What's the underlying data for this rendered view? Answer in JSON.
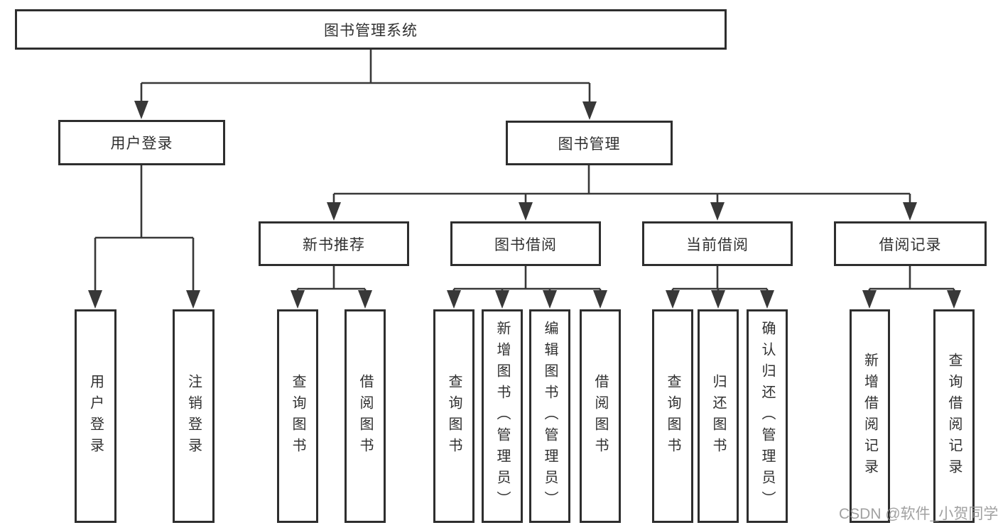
{
  "tree": {
    "root": {
      "label": "图书管理系统"
    },
    "user_login": {
      "label": "用户登录",
      "children": [
        {
          "label": "用户登录"
        },
        {
          "label": "注销登录"
        }
      ]
    },
    "book_mgmt": {
      "label": "图书管理",
      "sections": {
        "new_book_rec": {
          "label": "新书推荐",
          "children": [
            {
              "label": "查询图书"
            },
            {
              "label": "借阅图书"
            }
          ]
        },
        "book_borrow": {
          "label": "图书借阅",
          "children": [
            {
              "label": "查询图书"
            },
            {
              "label": "新增图书（管理员）"
            },
            {
              "label": "编辑图书（管理员）"
            },
            {
              "label": "借阅图书"
            }
          ]
        },
        "current_borrow": {
          "label": "当前借阅",
          "children": [
            {
              "label": "查询图书"
            },
            {
              "label": "归还图书"
            },
            {
              "label": "确认归还（管理员）"
            }
          ]
        },
        "borrow_record": {
          "label": "借阅记录",
          "children": [
            {
              "label": "新增借阅记录"
            },
            {
              "label": "查询借阅记录"
            }
          ]
        }
      }
    }
  },
  "watermark": {
    "text": "CSDN @软件_小贺同学"
  },
  "colors": {
    "line": "#383838",
    "box_border": "#2e2e2e",
    "text": "#303030",
    "watermark": "#919191",
    "background": "#ffffff"
  }
}
